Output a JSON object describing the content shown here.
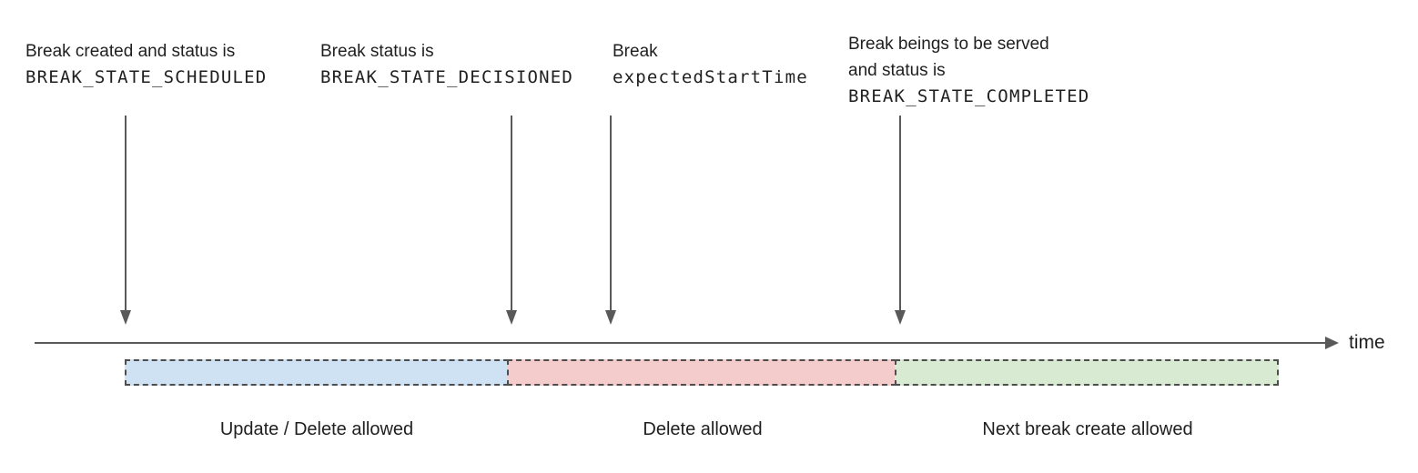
{
  "annotations": [
    {
      "line1": "Break created and status is",
      "code": "BREAK_STATE_SCHEDULED"
    },
    {
      "line1": "Break status is",
      "code": "BREAK_STATE_DECISIONED"
    },
    {
      "line1": "Break",
      "code": "expectedStartTime"
    },
    {
      "line1": "Break beings to be served",
      "line2": "and status is",
      "code": "BREAK_STATE_COMPLETED"
    }
  ],
  "timeline": {
    "axis_label": "time"
  },
  "segments": [
    {
      "label": "Update / Delete allowed",
      "color": "#cfe2f3"
    },
    {
      "label": "Delete allowed",
      "color": "#f4cccc"
    },
    {
      "label": "Next break create allowed",
      "color": "#d9ead3"
    }
  ],
  "colors": {
    "line": "#595959",
    "dash_border": "#4d4d4d",
    "text": "#1f1f1f"
  }
}
